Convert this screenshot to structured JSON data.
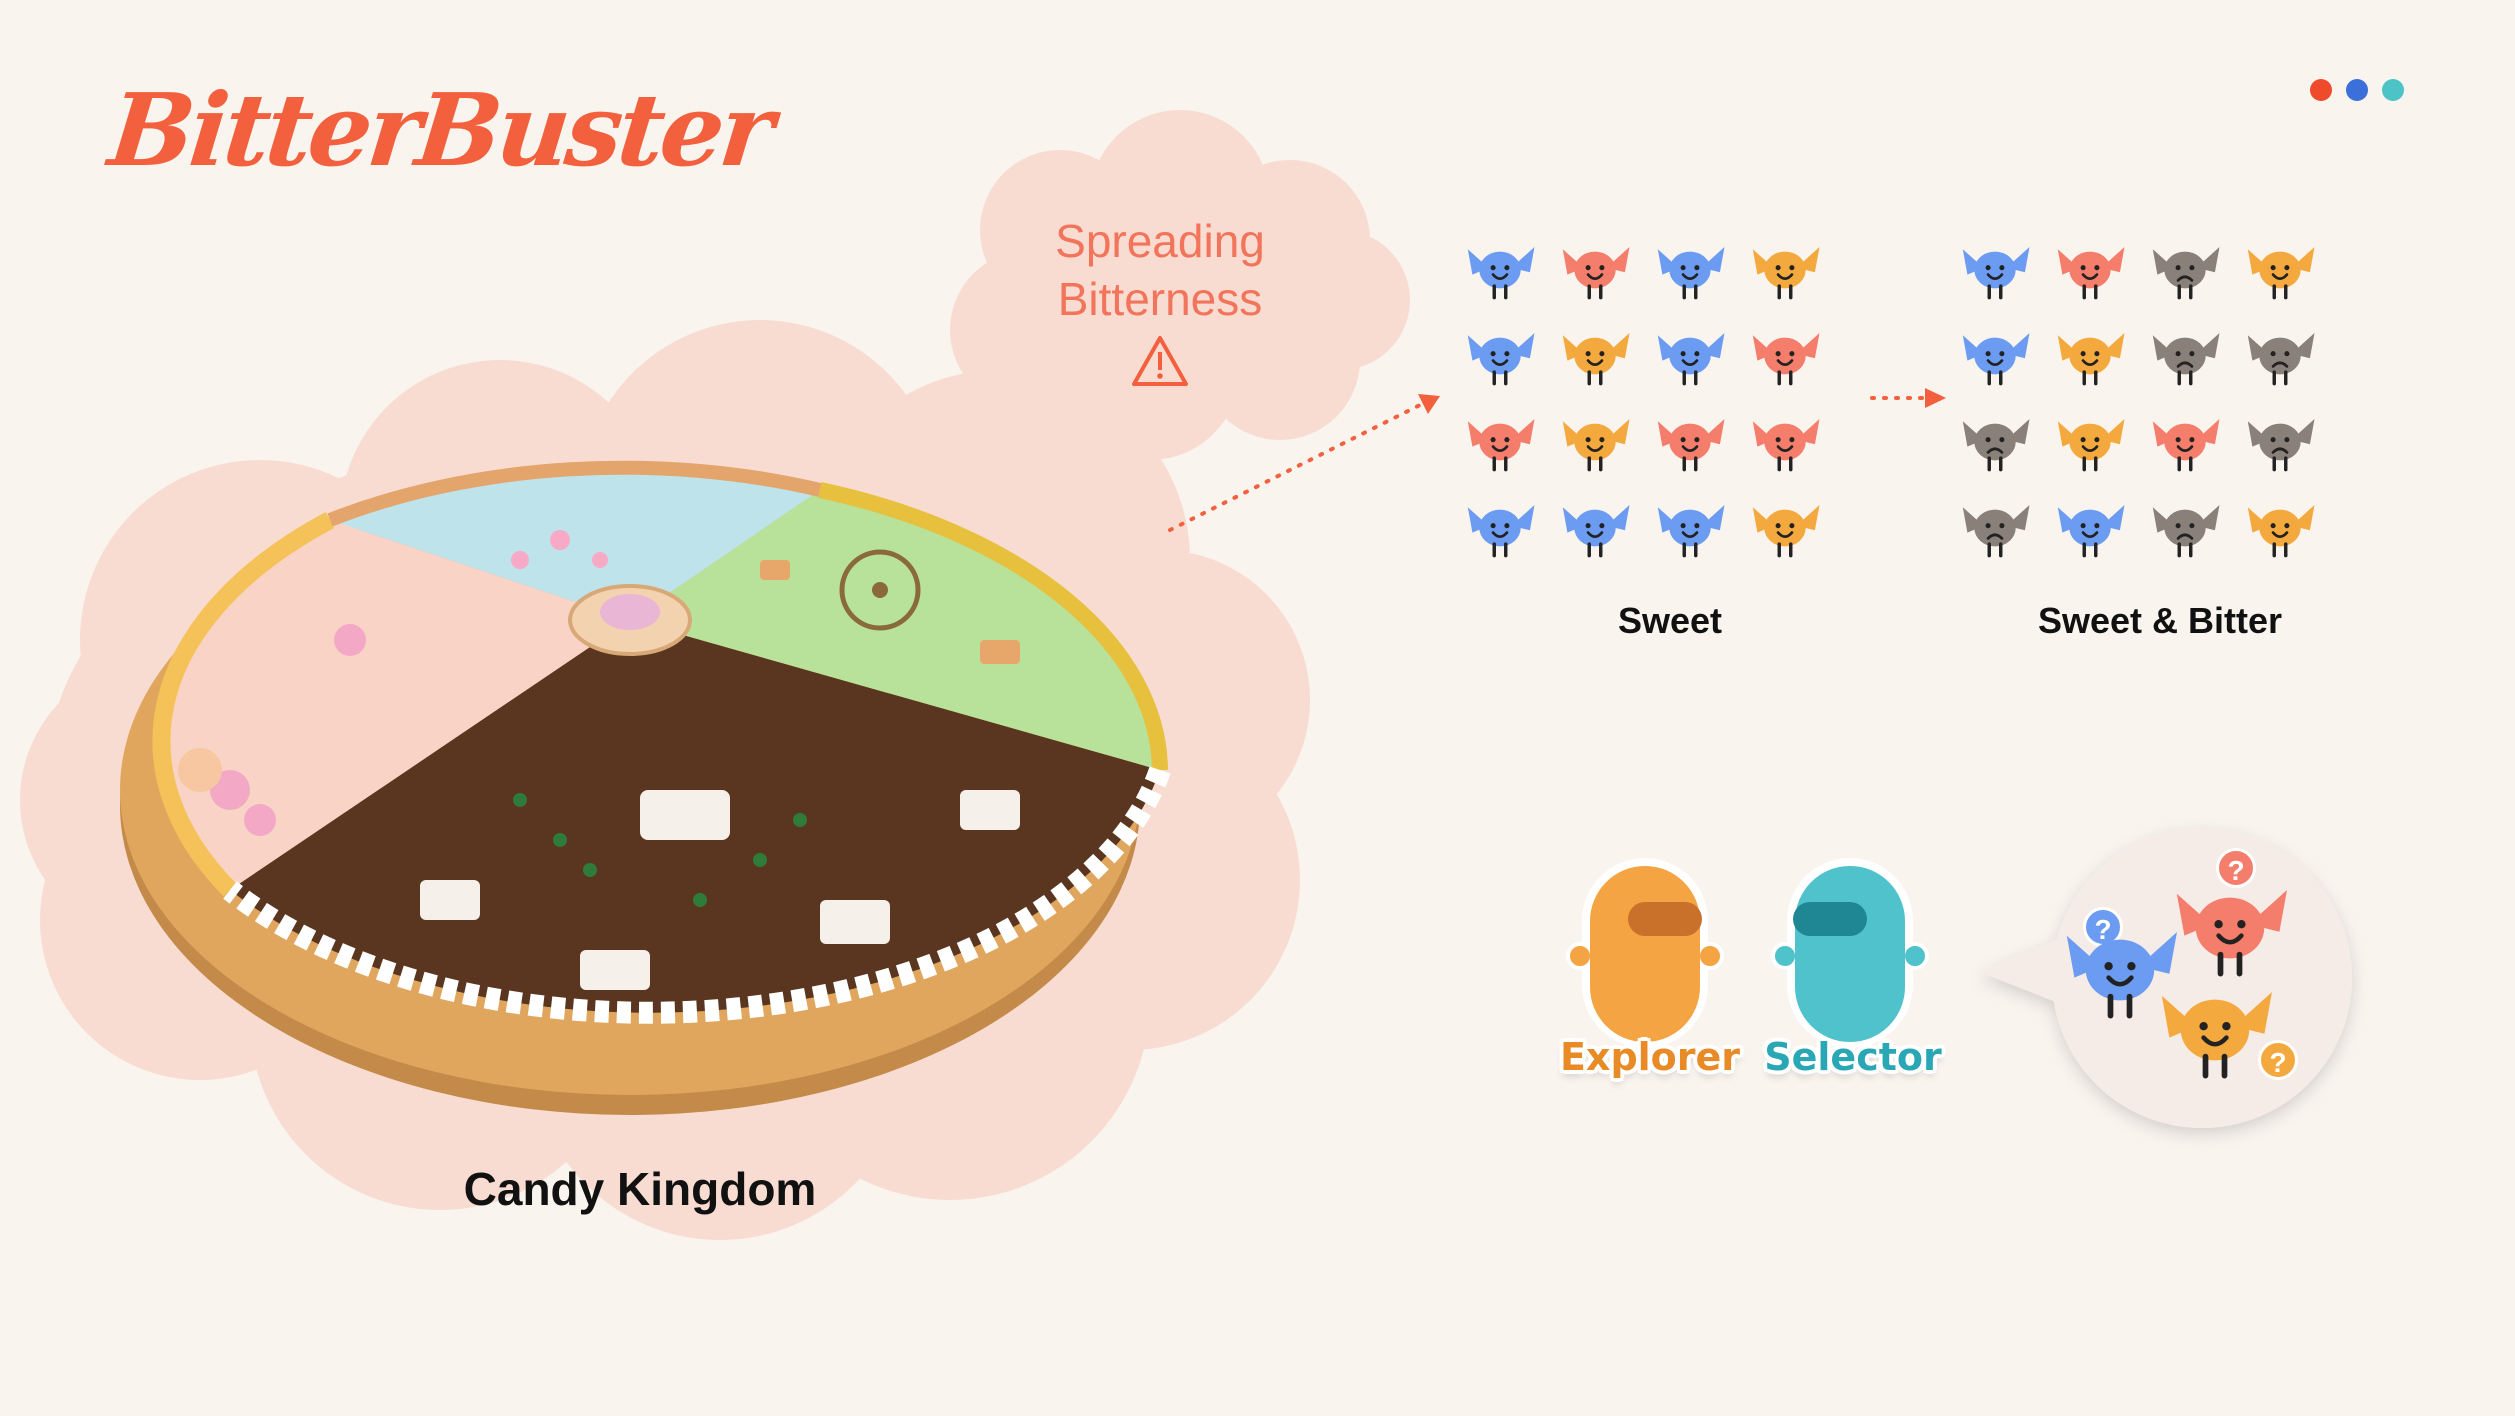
{
  "logo": {
    "text": "BitterBuster"
  },
  "window_dots": [
    {
      "color": "#f04a2c"
    },
    {
      "color": "#3b6fd9"
    },
    {
      "color": "#4cc3c6"
    }
  ],
  "warning_cloud": {
    "line1": "Spreading",
    "line2": "Bitterness",
    "icon": "warning-triangle-icon"
  },
  "map": {
    "caption": "Candy Kingdom"
  },
  "sweet_grid": {
    "caption": "Sweet",
    "rows": [
      [
        "blue",
        "red",
        "blue",
        "orange"
      ],
      [
        "blue",
        "orange",
        "blue",
        "red"
      ],
      [
        "red",
        "orange",
        "red",
        "red"
      ],
      [
        "blue",
        "blue",
        "blue",
        "orange"
      ]
    ]
  },
  "bitter_grid": {
    "caption": "Sweet & Bitter",
    "rows": [
      [
        "blue",
        "red",
        "gray",
        "orange"
      ],
      [
        "blue",
        "orange",
        "gray",
        "gray"
      ],
      [
        "gray",
        "orange",
        "red",
        "gray"
      ],
      [
        "gray",
        "blue",
        "gray",
        "orange"
      ]
    ]
  },
  "roles": {
    "explorer": {
      "label": "Explorer",
      "color": "#f5a443"
    },
    "selector": {
      "label": "Selector",
      "color": "#4fc2cc"
    }
  },
  "colors": {
    "accent": "#f2603e",
    "blue": "#6c9cf2",
    "red": "#f47d6b",
    "orange": "#f4a93f",
    "gray": "#8a807a",
    "cloud": "#f8dcd2"
  },
  "thought_bubble": {
    "question_mark": "?"
  }
}
